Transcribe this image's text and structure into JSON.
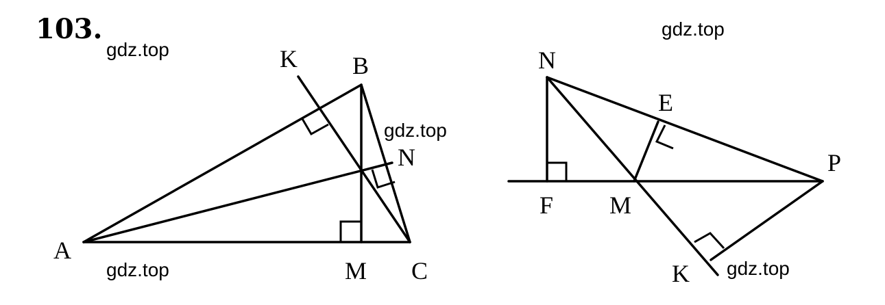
{
  "problem_number": "103.",
  "watermarks": [
    "gdz.top",
    "gdz.top",
    "gdz.top",
    "gdz.top",
    "gdz.top"
  ],
  "figure1": {
    "vertices": {
      "A": "A",
      "B": "B",
      "C": "C",
      "K": "K",
      "M": "M",
      "N": "N"
    }
  },
  "figure2": {
    "vertices": {
      "N": "N",
      "E": "E",
      "P": "P",
      "F": "F",
      "M": "M",
      "K": "K"
    }
  }
}
